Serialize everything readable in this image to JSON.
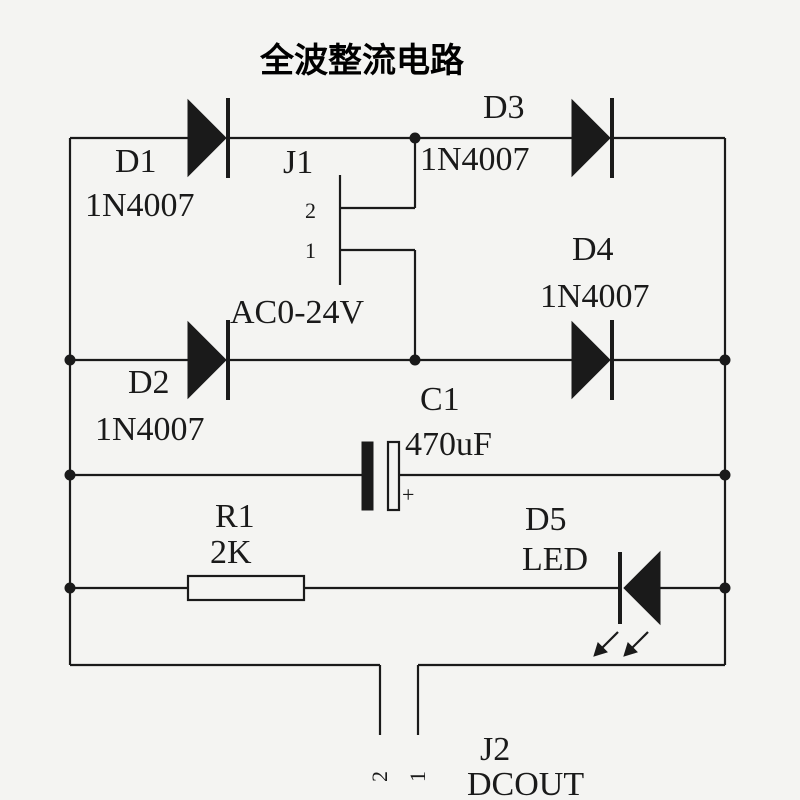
{
  "title": "全波整流电路",
  "components": {
    "d1": {
      "ref": "D1",
      "part": "1N4007"
    },
    "d2": {
      "ref": "D2",
      "part": "1N4007"
    },
    "d3": {
      "ref": "D3",
      "part": "1N4007"
    },
    "d4": {
      "ref": "D4",
      "part": "1N4007"
    },
    "j1": {
      "ref": "J1",
      "pin2": "2",
      "pin1": "1",
      "voltage": "AC0-24V"
    },
    "c1": {
      "ref": "C1",
      "value": "470uF",
      "polarity": "+"
    },
    "r1": {
      "ref": "R1",
      "value": "2K"
    },
    "d5": {
      "ref": "D5",
      "value": "LED"
    },
    "j2": {
      "ref": "J2",
      "label": "DCOUT",
      "pin2": "2",
      "pin1": "1"
    }
  }
}
